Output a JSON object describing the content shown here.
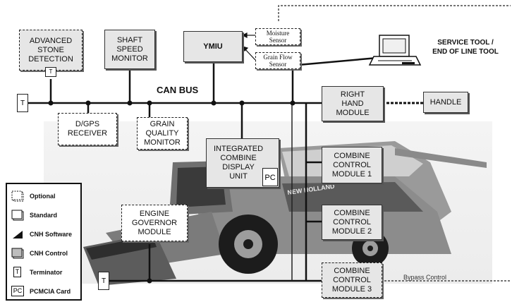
{
  "boxes": {
    "advanced_stone": "ADVANCED\nSTONE\nDETECTION",
    "shaft_speed": "SHAFT\nSPEED\nMONITOR",
    "ymiu": "YMIU",
    "moisture_sensor": "Moisture\nSensor",
    "grain_flow_sensor": "Grain Flow\nSensor",
    "dgps": "D/GPS\nRECEIVER",
    "grain_quality": "GRAIN\nQUALITY\nMONITOR",
    "icdu": "INTEGRATED\nCOMBINE\nDISPLAY\nUNIT",
    "pc_tag": "PC",
    "right_hand": "RIGHT\nHAND\nMODULE",
    "handle": "HANDLE",
    "ccm1": "COMBINE\nCONTROL\nMODULE 1",
    "ccm2": "COMBINE\nCONTROL\nMODULE 2",
    "ccm3": "COMBINE\nCONTROL\nMODULE 3",
    "engine_governor": "ENGINE\nGOVERNOR\nMODULE"
  },
  "labels": {
    "can_bus": "CAN BUS",
    "service_tool": "SERVICE TOOL /\nEND OF LINE TOOL",
    "bypass_control": "Bypass Control",
    "terminator": "T",
    "machine_brand": "NEW HOLLAND"
  },
  "legend": {
    "optional": "Optional",
    "standard": "Standard",
    "cnh_software": "CNH Software",
    "cnh_control": "CNH Control",
    "terminator": "Terminator",
    "pcmcia": "PCMCIA Card",
    "t_symbol": "T",
    "pc_symbol": "PC"
  }
}
